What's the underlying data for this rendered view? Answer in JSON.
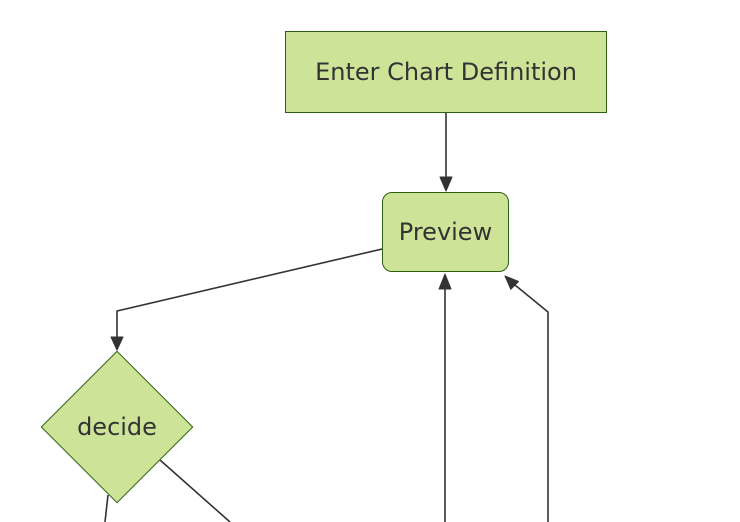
{
  "diagram": {
    "type": "flowchart",
    "background_color": "#ffffff",
    "node_fill_color": "#cde498",
    "node_border_color": "#2e5f14",
    "edge_color": "#333333",
    "text_color": "#333333",
    "nodes": [
      {
        "id": "enter-chart-definition",
        "label": "Enter Chart Definition",
        "shape": "rectangle"
      },
      {
        "id": "preview",
        "label": "Preview",
        "shape": "rounded-rectangle"
      },
      {
        "id": "decide",
        "label": "decide",
        "shape": "diamond"
      }
    ],
    "edges": [
      {
        "from": "enter-chart-definition",
        "to": "preview",
        "arrow": true
      },
      {
        "from": "preview",
        "to": "decide",
        "arrow": true
      },
      {
        "from": "offscreen-bottom",
        "to": "preview",
        "arrow": true
      },
      {
        "from": "offscreen-bottom-right",
        "to": "preview",
        "arrow": true
      },
      {
        "from": "decide",
        "to": "offscreen-bottom-left",
        "arrow": false
      },
      {
        "from": "decide",
        "to": "offscreen-bottom-right",
        "arrow": false
      }
    ]
  }
}
